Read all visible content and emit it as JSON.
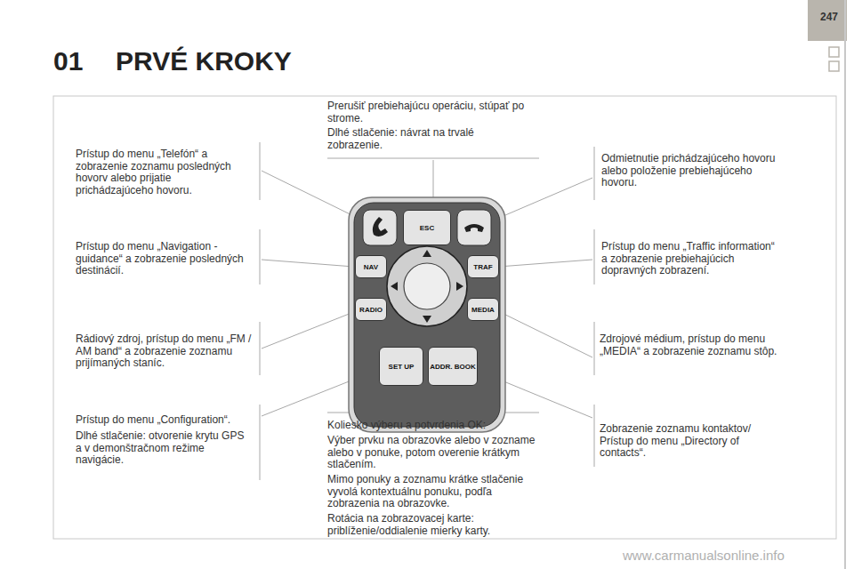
{
  "diagram": {
    "title": "PRVÉ KROKY",
    "nodes": [
      {
        "text": [
          "ESC"
        ]
      },
      {
        "text": [
          "NAV"
        ]
      },
      {
        "text": [
          "TRAF"
        ]
      },
      {
        "text": [
          "RADIO"
        ]
      },
      {
        "text": [
          "MEDIA"
        ]
      },
      {
        "text": [
          "SET UP"
        ]
      },
      {
        "text": [
          "ADDR. BOOK"
        ]
      }
    ],
    "labels": [
      "247",
      "01",
      "Prerušiť prebiehajúcu operáciu, stúpať po strome.",
      "Dlhé stlačenie: návrat na trvalé zobrazenie.",
      "Prístup do menu „Telefón“ a zobrazenie zoznamu posledných hovorv alebo prijatie prichádzajúceho hovoru.",
      "Odmietnutie prichádzajúceho hovoru alebo položenie prebiehajúceho hovoru.",
      "Prístup do menu „Navigation - guidance“ a zobrazenie posledných destinácií.",
      "Prístup do menu „Traffic information“ a zobrazenie prebiehajúcich dopravných zobrazení.",
      "Rádiový zdroj, prístup do menu „FM / AM band“ a zobrazenie zoznamu prijímaných staníc.",
      "Zdrojové médium, prístup do menu „MEDIA“ a zobrazenie zoznamu stôp.",
      "Prístup do menu „Configuration“.",
      "Dlhé stlačenie: otvorenie krytu GPS a v demonštračnom režime navigácie.",
      "Koliesko výberu a potvrdenia OK:",
      "Výber prvku na obrazovke alebo v zozname alebo v ponuke, potom overenie krátkym stlačením.",
      "Mimo ponuky a zoznamu krátke stlačenie vyvolá kontextuálnu ponuku, podľa zobrazenia na obrazovke.",
      "Rotácia na zobrazovacej karte: priblíženie/oddialenie mierky karty.",
      "Zobrazenie zoznamu kontaktov/ Prístup do menu „Directory of contacts“.",
      "www.carmanualsonline.info"
    ]
  }
}
